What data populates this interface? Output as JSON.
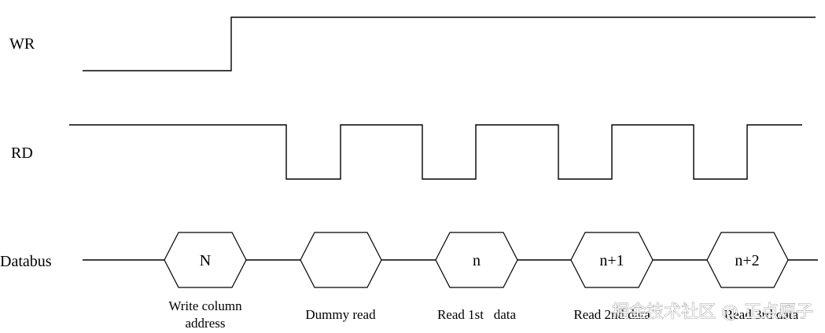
{
  "signals": {
    "wr": "WR",
    "rd": "RD",
    "databus": "Databus"
  },
  "bus_values": [
    "N",
    "",
    "n",
    "n+1",
    "n+2"
  ],
  "captions": {
    "c0": [
      "Write column",
      "address"
    ],
    "c1": "Dummy read",
    "c2": "Read 1st   data",
    "c3": "Read 2nd data",
    "c4": "Read 3rd data"
  },
  "watermark": "掘金技术社区 @ 正点原子"
}
